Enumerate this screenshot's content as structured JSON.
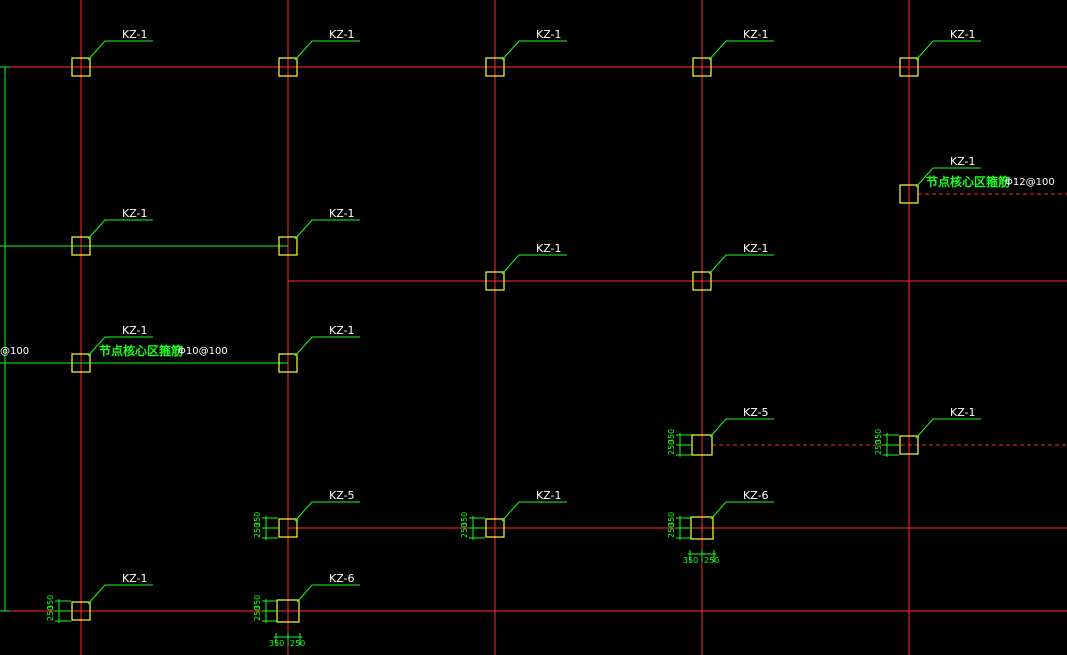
{
  "drawing": {
    "columns": [
      {
        "label": "KZ-1"
      },
      {
        "label": "KZ-1"
      },
      {
        "label": "KZ-1"
      },
      {
        "label": "KZ-1"
      },
      {
        "label": "KZ-1"
      },
      {
        "label": "KZ-1"
      },
      {
        "label": "KZ-1"
      },
      {
        "label": "KZ-1"
      },
      {
        "label": "KZ-1"
      },
      {
        "label": "KZ-1"
      },
      {
        "label": "KZ-1"
      },
      {
        "label": "KZ-1"
      },
      {
        "label": "KZ-5"
      },
      {
        "label": "KZ-1"
      },
      {
        "label": "KZ-5"
      },
      {
        "label": "KZ-1"
      },
      {
        "label": "KZ-6"
      },
      {
        "label": "KZ-1"
      },
      {
        "label": "KZ-6"
      }
    ],
    "notes": [
      {
        "title": "节点核心区箍筋",
        "value": "Φ12@100"
      },
      {
        "title": "节点核心区箍筋",
        "value": "Φ10@100"
      }
    ],
    "edge_text": "@100",
    "dimensions": {
      "a": "250",
      "b": "350"
    },
    "colors": {
      "grid": "#ff2a2a",
      "column": "#ffff33",
      "leader": "#19ff19",
      "text": "#ffffff"
    }
  }
}
